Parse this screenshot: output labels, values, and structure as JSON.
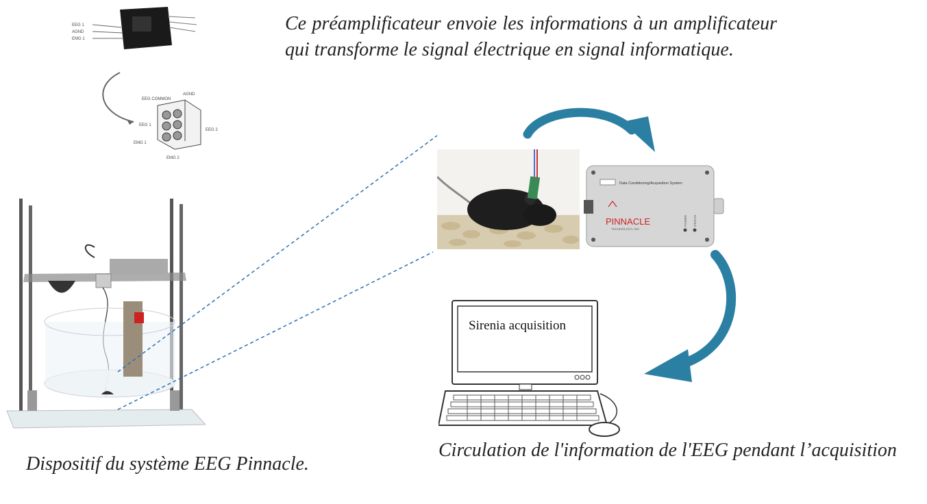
{
  "intro_text": "Ce préamplificateur envoie les informations à un amplificateur qui transforme le signal électrique en signal informatique.",
  "caption_left": "Dispositif du système EEG Pinnacle.",
  "caption_right": "Circulation de l'information de l'EEG pendant l’acquisition",
  "monitor_text": "Sirenia acquisition",
  "device": {
    "title": "Data Conditioning/Acquisition System",
    "brand": "PINNACLE",
    "brand_sub": "TECHNOLOGY, INC.",
    "power_label": "POWER",
    "status_label": "STATUS"
  },
  "connector_labels": [
    "EEG COMMON",
    "AGND",
    "EEG 1",
    "EEG 2",
    "EMG 1",
    "EMG 2"
  ],
  "colors": {
    "arrow": "#2b7fa3",
    "dashed_line": "#2a6fb0",
    "text": "#222222"
  }
}
